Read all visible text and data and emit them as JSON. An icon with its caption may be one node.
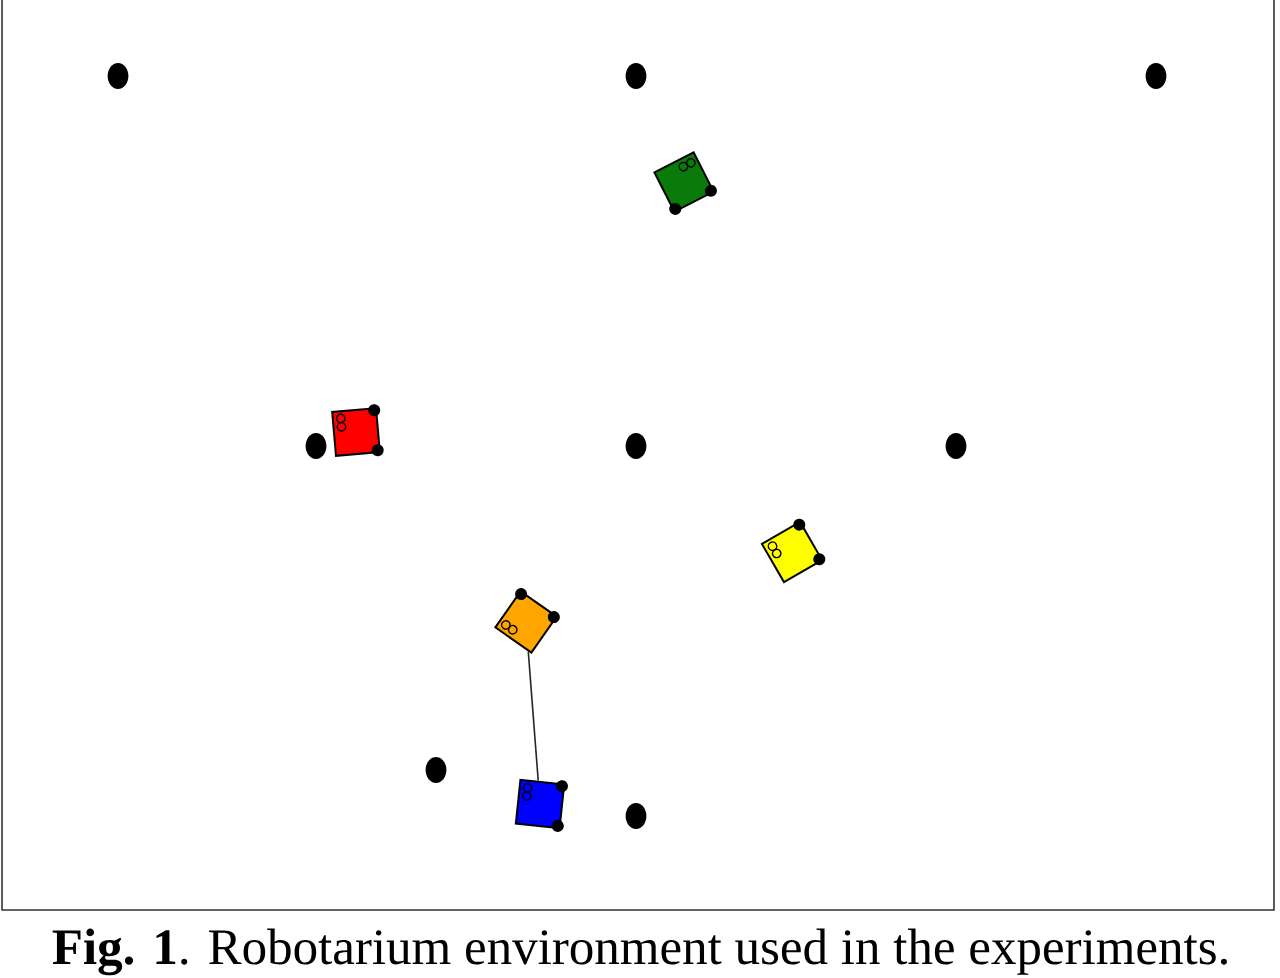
{
  "diagram": {
    "caption": "**Fig. 1**.  Robotarium environment used in the experiments.",
    "nodes": [
      {
        "text": [],
        "shape": "box"
      },
      {
        "text": [],
        "shape": "box"
      },
      {
        "text": [],
        "shape": "box"
      },
      {
        "text": [],
        "shape": "box"
      },
      {
        "text": [],
        "shape": "box"
      }
    ],
    "edges": [
      {
        "from": 3,
        "to": 4,
        "arrow": "none"
      }
    ]
  }
}
